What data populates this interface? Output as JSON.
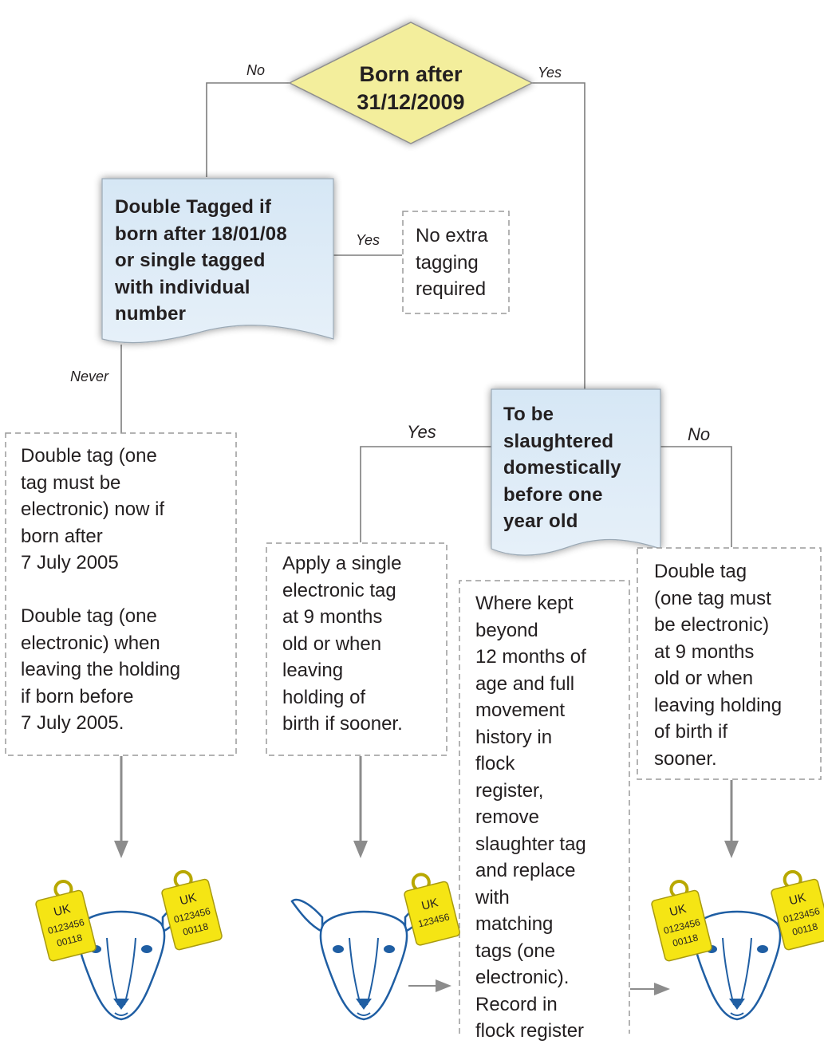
{
  "colors": {
    "diamond_fill": "#f3ee9c",
    "document_fill": "#dbeaf6",
    "connector": "#7d7d7d",
    "dashed_border": "#9a9a9a",
    "arrow": "#8c8c8c",
    "sheep_outline": "#1f5ea3",
    "tag_yellow": "#f5e514"
  },
  "decision": {
    "line1": "Born after",
    "line2": "31/12/2009"
  },
  "labels": {
    "no_top": "No",
    "yes_top": "Yes",
    "yes_side": "Yes",
    "never": "Never",
    "yes_slaughter": "Yes",
    "no_slaughter": "No"
  },
  "double_tagged_box": "Double Tagged if\nborn after 18/01/08\nor single tagged\nwith individual\nnumber",
  "no_extra_box": "No extra\ntagging\nrequired",
  "slaughter_box": "To be\nslaughtered\ndomestically\nbefore one\nyear old",
  "box_double_tag_now": "Double tag (one\ntag must be\nelectronic) now if\nborn after\n7 July 2005\n\nDouble tag (one\nelectronic) when\nleaving the holding\nif born before\n7 July 2005.",
  "box_single_tag": "Apply a single\nelectronic tag\nat 9 months\nold or when\nleaving\nholding of\nbirth if sooner.",
  "box_kept_beyond": "Where kept\nbeyond\n12 months of\nage and full\nmovement\nhistory in\nflock\nregister,\nremove\nslaughter tag\nand replace\nwith\nmatching\ntags (one\nelectronic).\nRecord in\nflock register",
  "box_double_tag_9m": "Double tag\n(one tag must\nbe electronic)\nat 9 months\nold or when\nleaving holding\nof birth if\nsooner.",
  "sheep_icons": [
    "sheep-double-tagged-icon",
    "sheep-single-tagged-icon",
    "sheep-double-tagged-icon"
  ],
  "tags": {
    "country": "UK",
    "double_line1": "0123456",
    "double_line2": "00118",
    "single_line1": "123456"
  }
}
